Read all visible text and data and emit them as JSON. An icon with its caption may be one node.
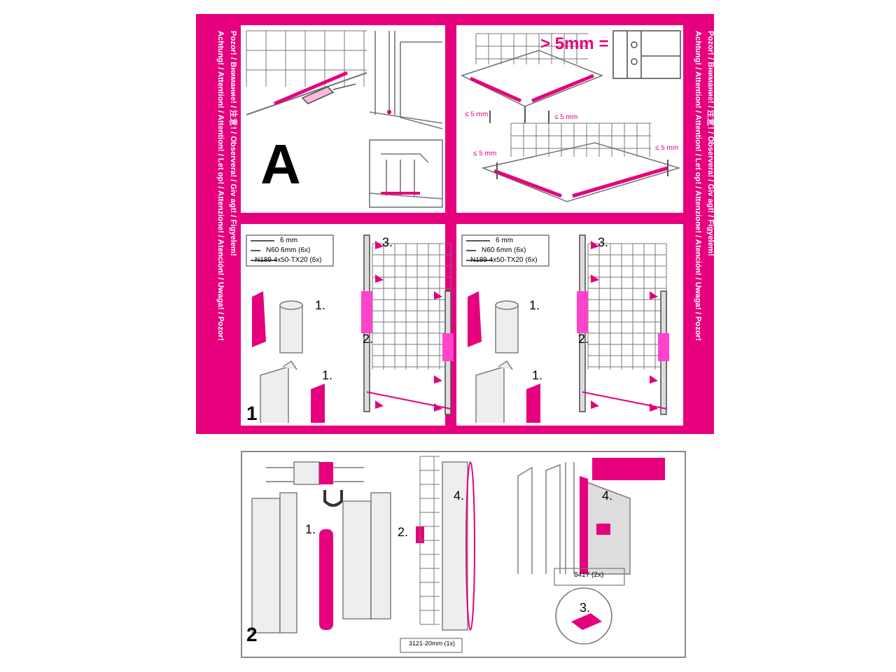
{
  "diagram": {
    "labels": [
      "Achtung! / Attention! / Attention! / Let op! / Attenzione! / Atención! / Uwaga! / Pozor!",
      "Pozor! / Внимание! / 注意! / Observera! / Giv agt! / Figyelem!",
      "A",
      "> 5mm =",
      "≤ 5 mm",
      "≤ 5 mm",
      "≤ 5 mm",
      "≤ 5 mm",
      "Achtung! / Attention! / Attention! / Let op! / Attenzione! / Atención! / Uwaga! / Pozor!",
      "Pozor! / Внимание! / 注意! / Observera! / Giv agt! / Figyelem!",
      "6 mm",
      "N60 6mm (6x)",
      "N189 4x50-TX20 (6x)",
      "3.",
      "1.",
      "2.",
      "1.",
      "1",
      "6 mm",
      "N60 6mm (6x)",
      "N189 4x50-TX20 (6x)",
      "3.",
      "1.",
      "2.",
      "1.",
      "1.",
      "2.",
      "4.",
      "4.",
      "8417 (2x)",
      "3.",
      "2",
      "3121-20mm (1x)"
    ]
  }
}
